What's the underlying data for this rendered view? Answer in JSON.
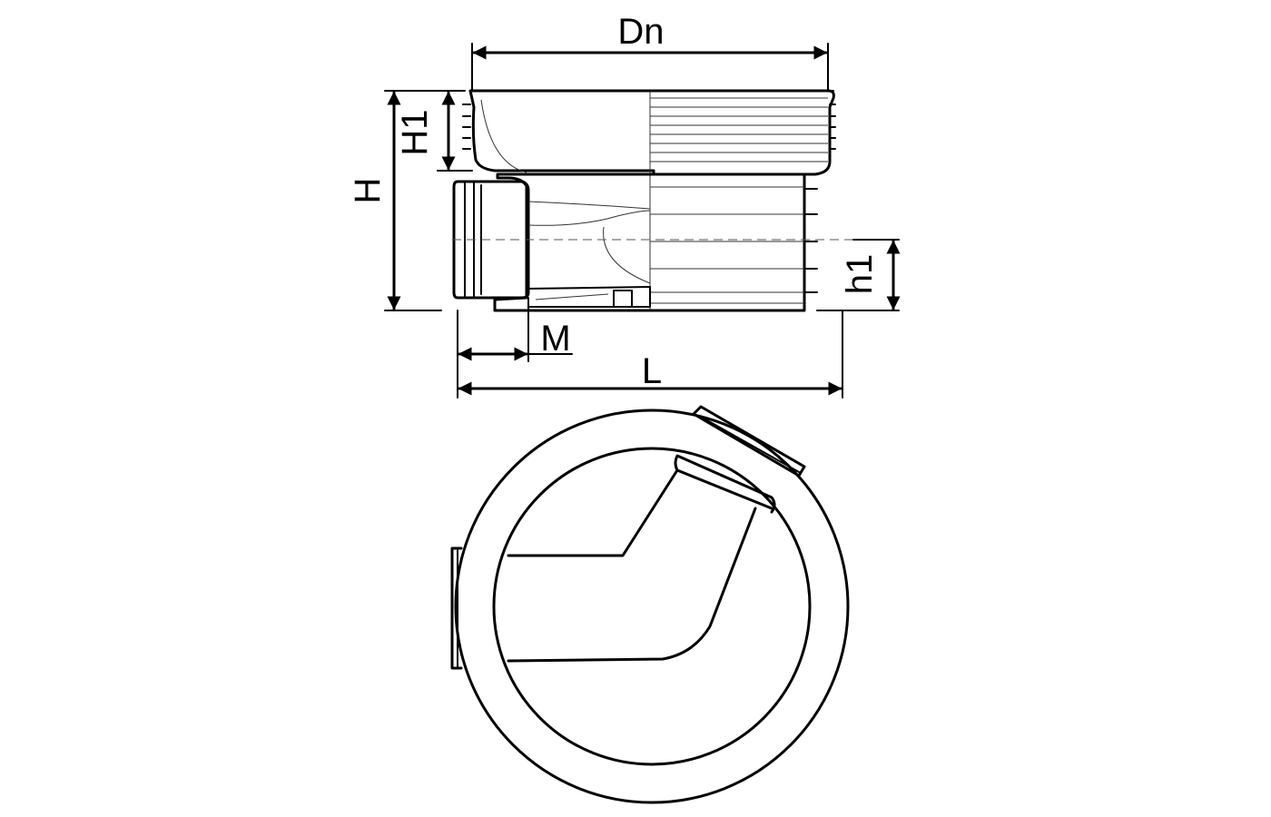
{
  "diagram": {
    "labels": {
      "dn": "Dn",
      "h": "H",
      "h_upper": "H1",
      "h_lower": "h1",
      "m": "M",
      "l": "L"
    },
    "colors": {
      "line": "#000000",
      "background": "#ffffff"
    }
  }
}
